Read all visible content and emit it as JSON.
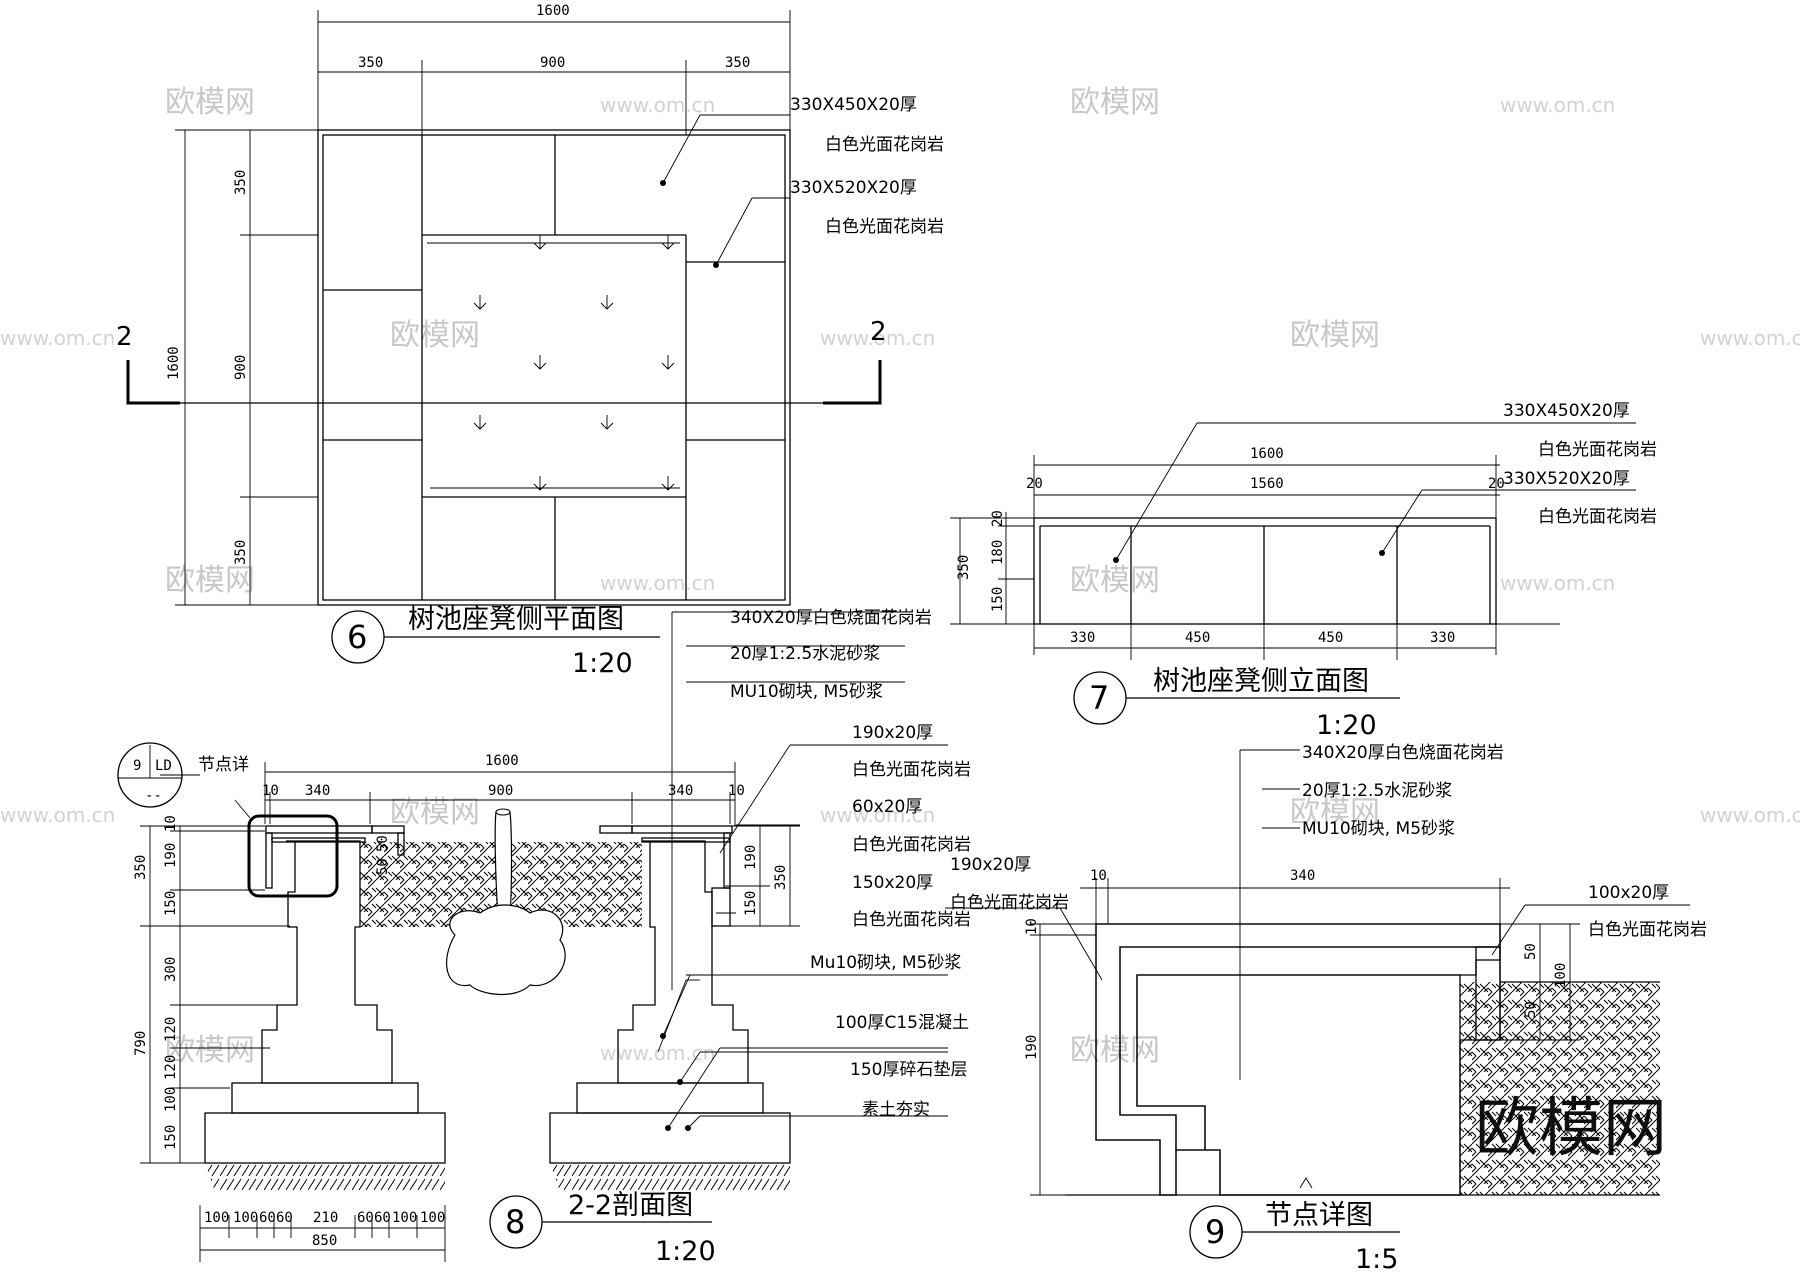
{
  "watermark": {
    "brand": "欧模网",
    "url": "www.om.cn"
  },
  "section_marker": {
    "left": "2",
    "right": "2"
  },
  "plan": {
    "title": "树池座凳侧平面图",
    "scale": "1:20",
    "number": "6",
    "dims_top": {
      "total": "1600",
      "left": "350",
      "mid": "900",
      "right": "350"
    },
    "dims_left": {
      "total": "1600",
      "top": "350",
      "mid": "900",
      "bottom": "350"
    },
    "note1": {
      "line1": "330X450X20厚",
      "line2": "白色光面花岗岩"
    },
    "note2": {
      "line1": "330X520X20厚",
      "line2": "白色光面花岗岩"
    }
  },
  "elevation": {
    "title": "树池座凳侧立面图",
    "scale": "1:20",
    "number": "7",
    "dims_top": {
      "total": "1600",
      "left": "20",
      "mid": "1560",
      "right": "20"
    },
    "dims_left": {
      "total": "350",
      "top": "20",
      "upper": "180",
      "lower": "150"
    },
    "dims_bottom": [
      "330",
      "450",
      "450",
      "330"
    ],
    "note1": {
      "line1": "330X450X20厚",
      "line2": "白色光面花岗岩"
    },
    "note2": {
      "line1": "330X520X20厚",
      "line2": "白色光面花岗岩"
    }
  },
  "section": {
    "title": "2-2剖面图",
    "scale": "1:20",
    "number": "8",
    "detail_ref": {
      "label": "节点详",
      "num": "9",
      "code": "LD",
      "sub": "--"
    },
    "dims_top": {
      "total": "1600",
      "a": "10",
      "b": "340",
      "c": "900",
      "d": "340",
      "e": "10"
    },
    "dims_left": {
      "a": "10",
      "b": "190",
      "c": "150",
      "d": "350",
      "e": "300",
      "f": "120",
      "g": "120",
      "h": "100",
      "i": "150",
      "j": "790"
    },
    "dims_inner_left": {
      "a": "50",
      "b": "50"
    },
    "dims_right": {
      "a": "190",
      "b": "150",
      "c": "350"
    },
    "dims_bottom": {
      "segments": [
        "100",
        "100",
        "60",
        "60",
        "210",
        "60",
        "60",
        "100",
        "100"
      ],
      "total": "850"
    },
    "notes_top": [
      "340X20厚白色烧面花岗岩",
      "20厚1:2.5水泥砂浆",
      "MU10砌块, M5砂浆"
    ],
    "notes_right": [
      {
        "line1": "190x20厚",
        "line2": "白色光面花岗岩"
      },
      {
        "line1": "60x20厚",
        "line2": "白色光面花岗岩"
      },
      {
        "line1": "150x20厚",
        "line2": "白色光面花岗岩"
      },
      {
        "line1": "Mu10砌块, M5砂浆"
      },
      {
        "line1": "100厚C15混凝土"
      },
      {
        "line1": "150厚碎石垫层"
      },
      {
        "line1": "素土夯实"
      }
    ]
  },
  "detail": {
    "title": "节点详图",
    "scale": "1:5",
    "number": "9",
    "notes_top": [
      "340X20厚白色烧面花岗岩",
      "20厚1:2.5水泥砂浆",
      "MU10砌块, M5砂浆"
    ],
    "note_left": {
      "line1": "190x20厚",
      "line2": "白色光面花岗岩"
    },
    "note_right": {
      "line1": "100x20厚",
      "line2": "白色光面花岗岩"
    },
    "dims_top": {
      "a": "10",
      "b": "340"
    },
    "dims_left": {
      "a": "10",
      "b": "190"
    },
    "dims_right": {
      "a": "50",
      "b": "50",
      "c": "100"
    }
  },
  "colors": {
    "ink": "#000000",
    "watermark": "#c8c8c8"
  }
}
